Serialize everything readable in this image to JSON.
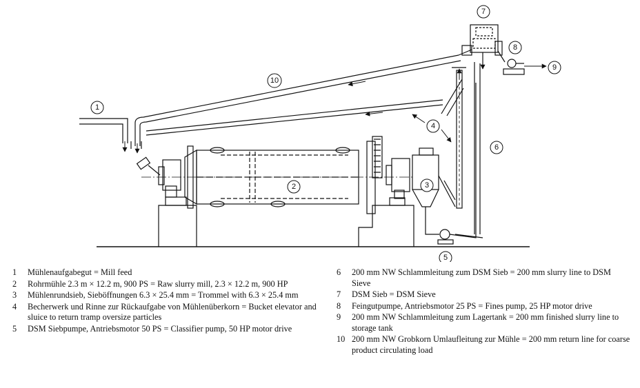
{
  "callouts": [
    "1",
    "2",
    "3",
    "4",
    "5",
    "6",
    "7",
    "8",
    "9",
    "10"
  ],
  "legend": [
    {
      "num": "1",
      "text": "Mühlenaufgabegut = Mill feed"
    },
    {
      "num": "2",
      "text": "Rohrmühle 2.3 m × 12.2 m, 900 PS = Raw slurry mill, 2.3 × 12.2 m, 900 HP"
    },
    {
      "num": "3",
      "text": "Mühlenrundsieb, Sieböffnungen 6.3 × 25.4 mm = Trommel with 6.3 × 25.4 mm"
    },
    {
      "num": "4",
      "text": "Becherwerk und Rinne zur Rückaufgabe von Mühlenüberkorn = Bucket elevator and sluice to return tramp oversize particles"
    },
    {
      "num": "5",
      "text": "DSM Siebpumpe, Antriebsmotor 50 PS = Classifier pump, 50 HP motor drive"
    },
    {
      "num": "6",
      "text": "200 mm NW Schlammleitung zum DSM Sieb = 200 mm slurry line to DSM Sieve"
    },
    {
      "num": "7",
      "text": "DSM Sieb = DSM Sieve"
    },
    {
      "num": "8",
      "text": "Feingutpumpe, Antriebsmotor 25 PS = Fines pump, 25 HP motor drive"
    },
    {
      "num": "9",
      "text": "200 mm NW Schlammleitung zum Lagertank = 200 mm finished slurry line to storage tank"
    },
    {
      "num": "10",
      "text": "200 mm NW Grobkorn Umlaufleitung zur Mühle = 200 mm return line for coarse product circulating load"
    }
  ]
}
